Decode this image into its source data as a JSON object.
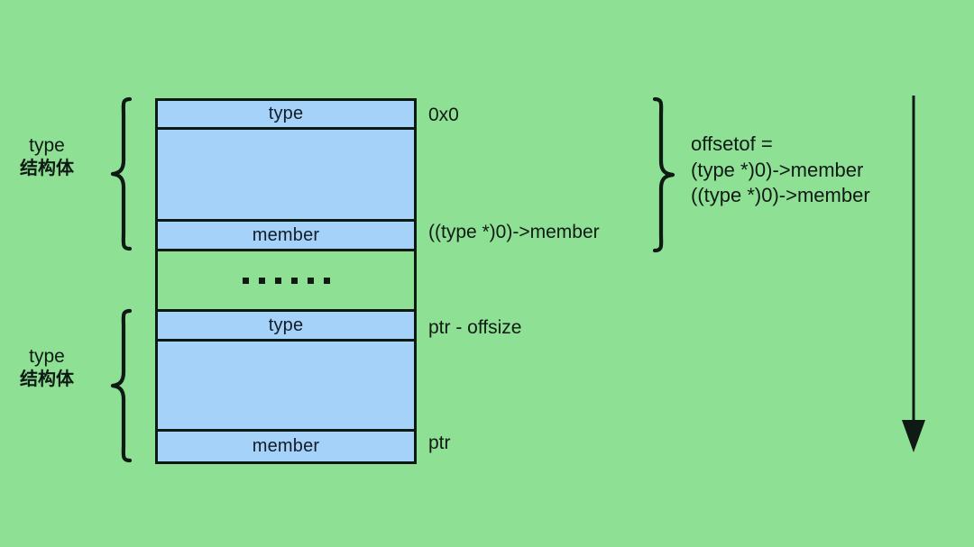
{
  "diagram": {
    "title": "offsetof / container_of memory layout diagram",
    "background_color": "#8ee095",
    "block_color": "#a5d2f8",
    "line_color": "#101a14",
    "memory_rows": [
      {
        "label": "type",
        "kind": "block",
        "height": 32
      },
      {
        "label": "",
        "kind": "block",
        "height": 102
      },
      {
        "label": "member",
        "kind": "block",
        "height": 33
      },
      {
        "label": "......",
        "kind": "gap",
        "height": 67
      },
      {
        "label": "type",
        "kind": "block",
        "height": 33
      },
      {
        "label": "",
        "kind": "block",
        "height": 100
      },
      {
        "label": "member",
        "kind": "block",
        "height": 33
      }
    ],
    "address_labels": [
      {
        "text": "0x0",
        "row": 0
      },
      {
        "text": "((type *)0)->member",
        "row": 2
      },
      {
        "text": "ptr - offsize",
        "row": 4
      },
      {
        "text": "ptr",
        "row": 6
      }
    ],
    "group_labels": [
      {
        "en": "type",
        "cn": "结构体"
      },
      {
        "en": "type",
        "cn": "结构体"
      }
    ],
    "formula": {
      "lines": [
        "offsetof =",
        "(type *)0)->member",
        "((type *)0)->member"
      ]
    },
    "arrow": {
      "direction": "down",
      "name": "address-growth-arrow"
    }
  }
}
